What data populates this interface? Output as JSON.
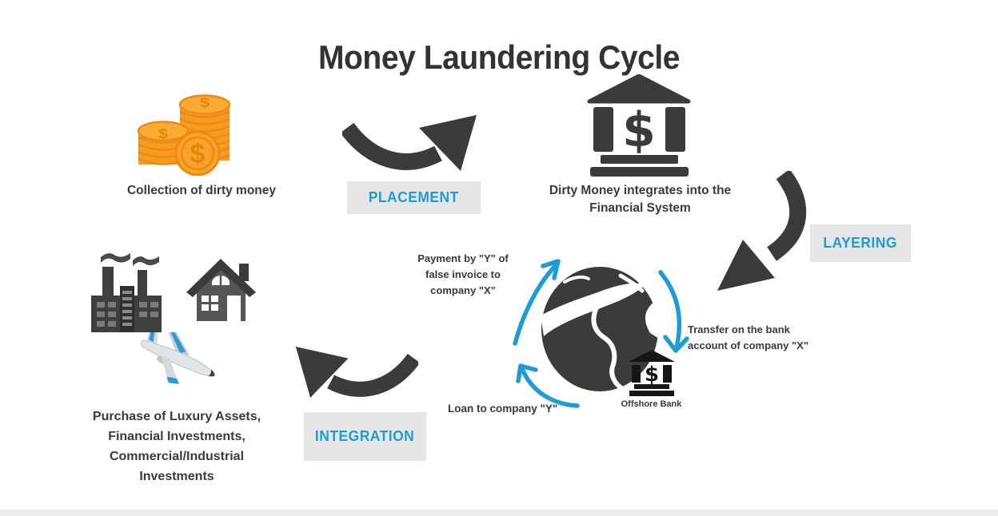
{
  "page": {
    "title": "Money Laundering Cycle"
  },
  "colors": {
    "dark_icon": "#3b3b3b",
    "accent_blue": "#1f9cd4",
    "stage_box_bg": "#e6e6e6",
    "coin_orange": "#f49b20",
    "coin_rim": "#ee8a12"
  },
  "stages": {
    "placement": {
      "label": "PLACEMENT"
    },
    "layering": {
      "label": "LAYERING"
    },
    "integration": {
      "label": "INTEGRATION"
    }
  },
  "dirty_money": {
    "icon": "coin-stacks-icon",
    "caption": "Collection of dirty money"
  },
  "financial_system": {
    "icon": "bank-icon",
    "caption_lines": [
      "Dirty Money integrates into the",
      "Financial System"
    ]
  },
  "layering_cycle": {
    "icon": "globe-icon",
    "offshore_bank": {
      "icon": "offshore-bank-icon",
      "label": "Offshore Bank"
    },
    "steps": {
      "payment": {
        "lines": [
          "Payment by \"Y\" of",
          "false invoice to",
          "company \"X\""
        ]
      },
      "transfer": {
        "lines": [
          "Transfer on the bank",
          "account of company \"X\""
        ]
      },
      "loan": {
        "text": "Loan to company \"Y\""
      }
    }
  },
  "assets": {
    "icons": [
      "factory-icon",
      "house-icon",
      "airplane-icon"
    ],
    "caption_lines": [
      "Purchase of Luxury Assets,",
      "Financial Investments,",
      "Commercial/Industrial",
      "Investments"
    ]
  }
}
